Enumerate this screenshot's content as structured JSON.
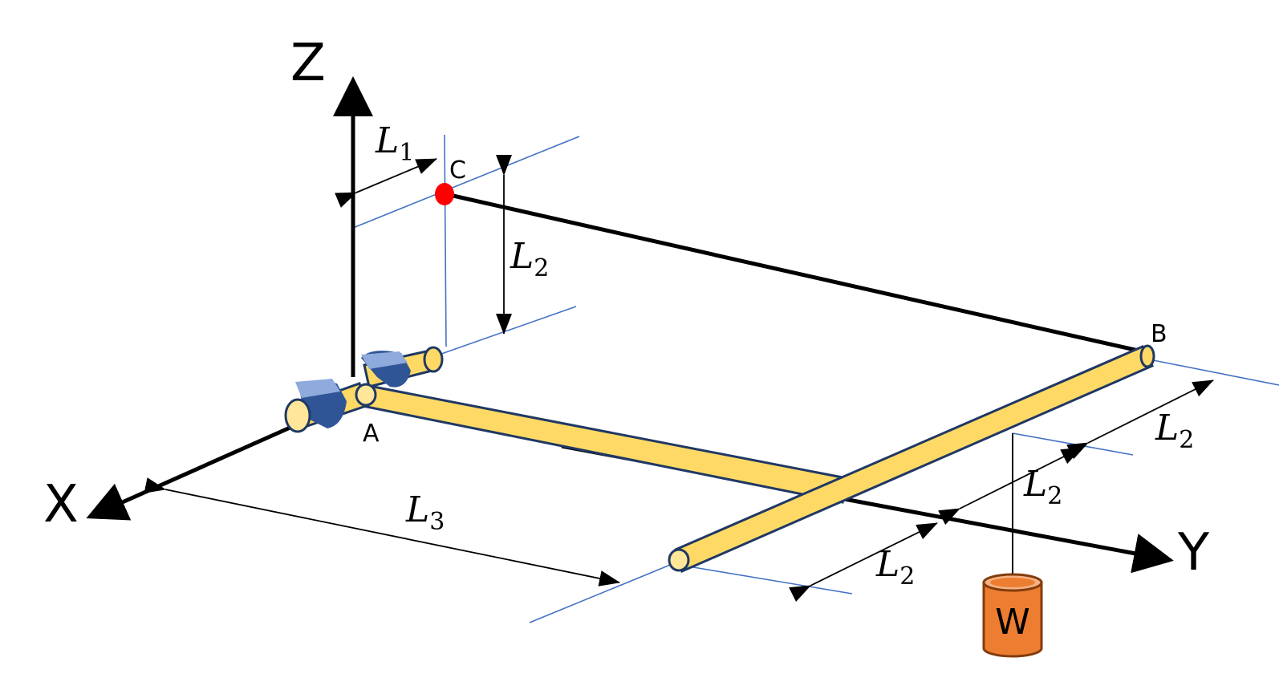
{
  "axes": {
    "x_label": "X",
    "y_label": "Y",
    "z_label": "Z"
  },
  "points": {
    "a": "A",
    "b": "B",
    "c": "C"
  },
  "dimensions": {
    "l1": {
      "base": "L",
      "sub": "1"
    },
    "l2": {
      "base": "L",
      "sub": "2"
    },
    "l3": {
      "base": "L",
      "sub": "3"
    }
  },
  "load": {
    "label": "W"
  },
  "colors": {
    "rod_fill": "#FFD966",
    "rod_stroke": "#1F3864",
    "bearing_dark": "#2F5597",
    "bearing_light": "#8FAADC",
    "guide_line": "#4472C4",
    "point_c": "#FF0000",
    "load_fill": "#ED7D31",
    "load_stroke": "#843C0C"
  }
}
